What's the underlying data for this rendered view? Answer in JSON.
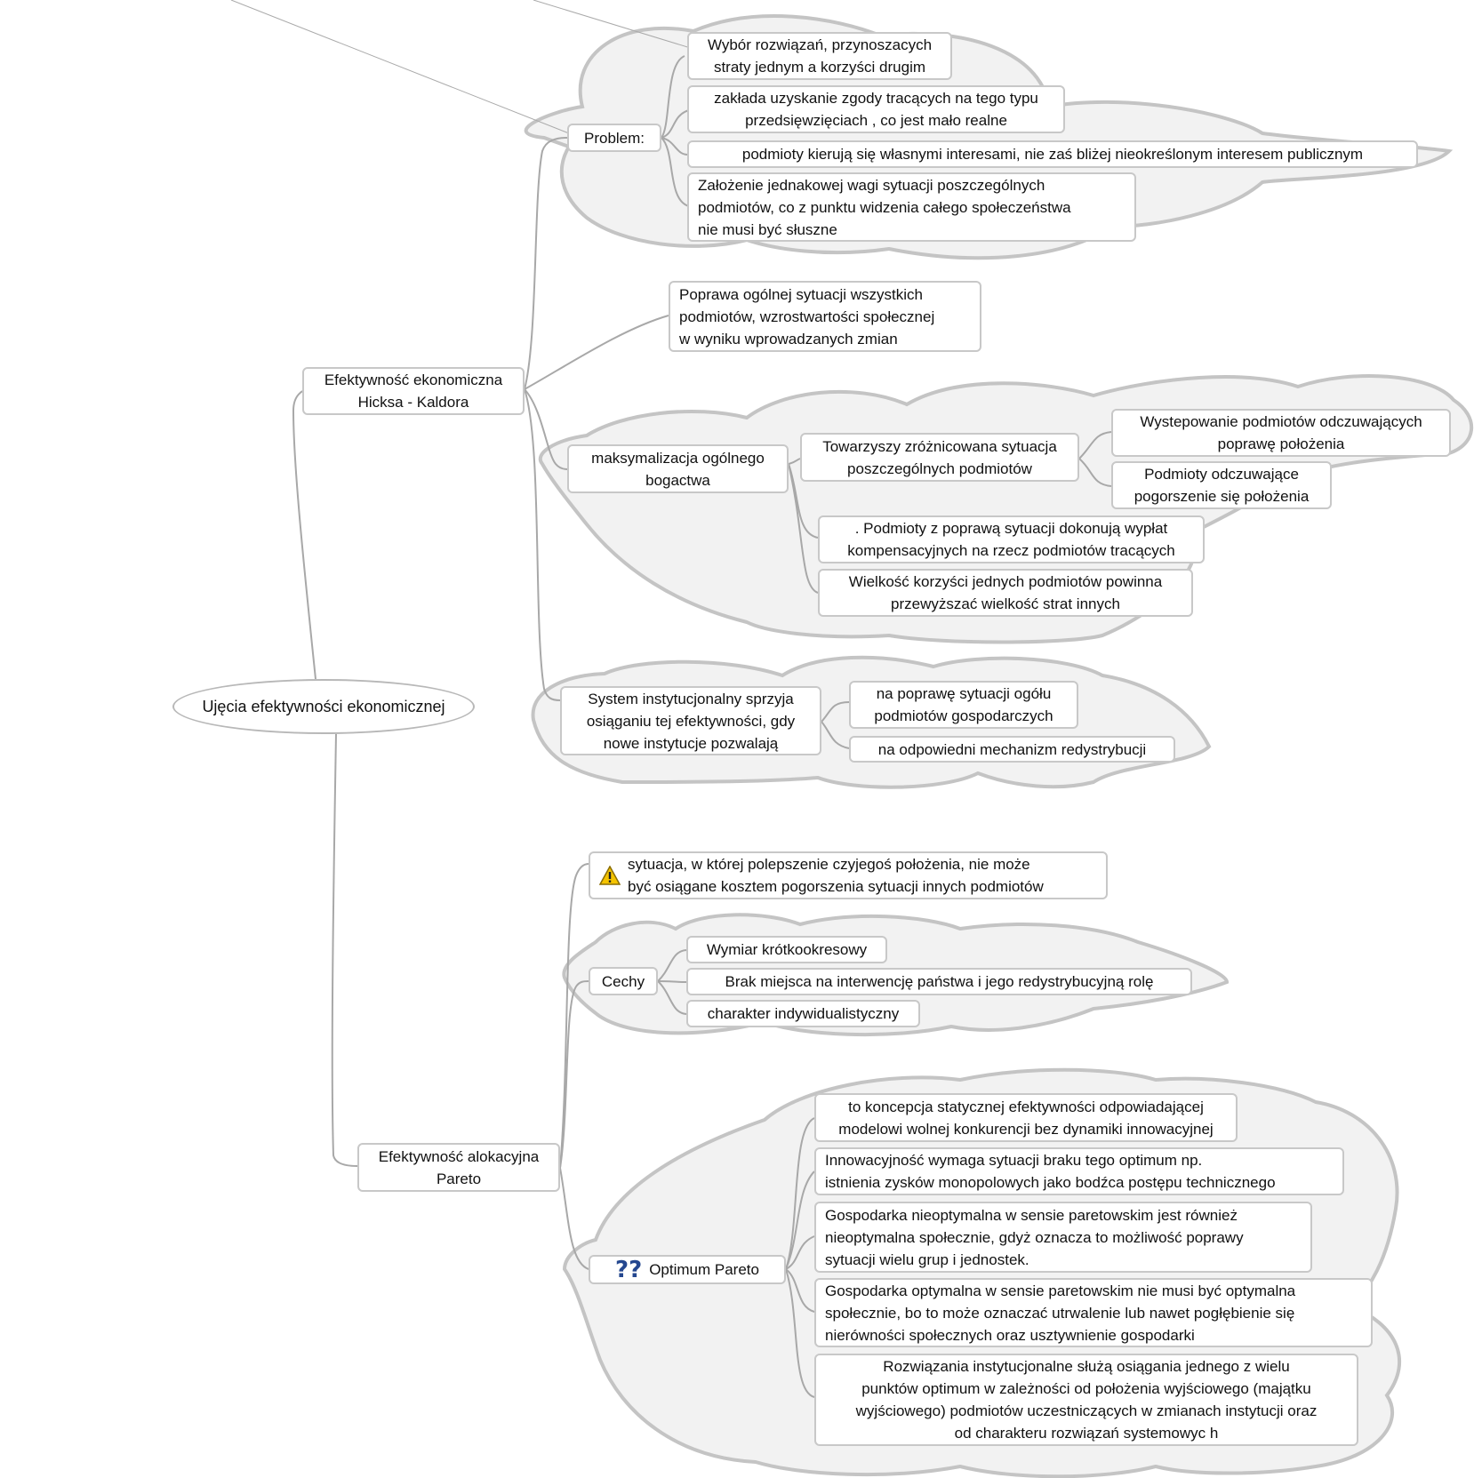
{
  "root": {
    "label": "Ujęcia efektywności ekonomicznej"
  },
  "hk": {
    "label": "Efektywność ekonomiczna\nHicksa - Kaldora",
    "problem": {
      "label": "Problem:",
      "items": [
        "Wybór rozwiązań, przynoszacych\nstraty jednym a korzyści drugim",
        "zakłada uzyskanie zgody tracących na tego typu\nprzedsięwzięciach , co jest mało realne",
        "podmioty kierują się własnymi interesami, nie zaś bliżej nieokreślonym interesem publicznym",
        "Założenie jednakowej wagi sytuacji poszczególnych\npodmiotów, co z punktu widzenia całego społeczeństwa\nnie musi być słuszne"
      ]
    },
    "poprawa": "Poprawa ogólnej sytuacji wszystkich\npodmiotów, wzrostwartości społecznej\nw wyniku wprowadzanych zmian",
    "maks": {
      "label": "maksymalizacja ogólnego\nbogactwa",
      "towarzyszy": "Towarzyszy zróżnicowana sytuacja\nposzczególnych podmiotów",
      "wystepowanie": "Wystepowanie podmiotów odczuwających\npoprawę położenia",
      "pogorszenie": "Podmioty odczuwające\npogorszenie się położenia",
      "kompensacja": ". Podmioty z poprawą sytuacji dokonują wypłat\nkompensacyjnych na rzecz podmiotów tracących",
      "wielkosc": "Wielkość korzyści jednych podmiotów powinna\nprzewyższać wielkość strat innych"
    },
    "system": {
      "label": "System instytucjonalny sprzyja\nosiąganiu tej efektywności, gdy\nnowe instytucje pozwalają",
      "ogol": "na poprawę sytuacji ogółu\npodmiotów gospodarczych",
      "redystr": "na odpowiedni mechanizm redystrybucji"
    }
  },
  "pareto": {
    "label": "Efektywność alokacyjna\nPareto",
    "definition": "sytuacja, w której polepszenie czyjegoś położenia, nie może\nbyć osiągane kosztem pogorszenia sytuacji innych podmiotów",
    "definition_icon": "warning-icon",
    "cechy": {
      "label": "Cechy",
      "items": [
        "Wymiar krótkookresowy",
        "Brak miejsca na interwencję państwa i jego redystrybucyjną rolę",
        "charakter indywidualistyczny"
      ]
    },
    "optimum": {
      "label": "Optimum Pareto",
      "icon": "question-marks-icon",
      "items": [
        "to koncepcja statycznej efektywności odpowiadającej\nmodelowi wolnej konkurencji bez dynamiki innowacyjnej",
        "Innowacyjność wymaga sytuacji braku tego optimum np.\nistnienia zysków monopolowych jako bodźca postępu technicznego",
        "Gospodarka nieoptymalna w sensie paretowskim jest również\nnieoptymalna społecznie, gdyż oznacza to możliwość poprawy\nsytuacji wielu grup i jednostek.",
        "Gospodarka optymalna w sensie paretowskim nie musi być optymalna\nspołecznie, bo to może oznaczać utrwalenie lub nawet pogłębienie się\nnierówności społecznych oraz usztywnienie gospodarki",
        "Rozwiązania instytucjonalne służą osiągania jednego z wielu\npunktów optimum  w zależności od położenia wyjściowego (majątku\nwyjściowego) podmiotów uczestniczących w zmianach instytucji oraz\nod charakteru rozwiązań systemowyc h"
      ]
    }
  },
  "colors": {
    "cloud_fill": "#f2f2f2",
    "cloud_stroke": "#c4c4c4",
    "line": "#a8a8a8",
    "node_border": "#c8c8c8"
  }
}
